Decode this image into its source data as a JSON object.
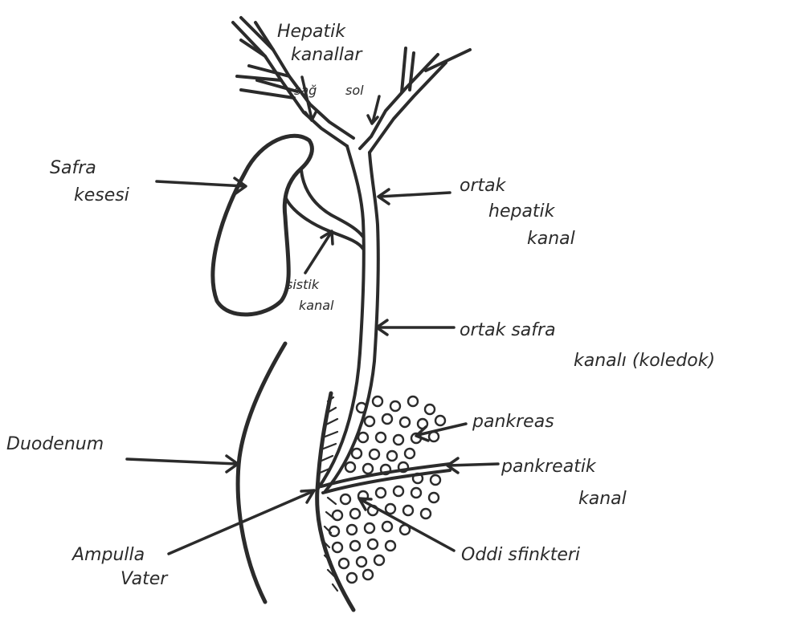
{
  "labels": {
    "hepatik_kanallar": [
      "Hepatik",
      "kanallar"
    ],
    "sag": "sağ",
    "sol": "sol",
    "safra_kesesi": [
      "Safra",
      "kesesi"
    ],
    "ortak_hepatik_kanal": [
      "ortak",
      "hepatik",
      "kanal"
    ],
    "sistik_kanal": [
      "sistik",
      "kanal"
    ],
    "ortak_safra_kanali": [
      "ortak safra",
      "kanalı (koledok)"
    ],
    "pankreas": "pankreas",
    "duodenum": "Duodenum",
    "pankreatik_kanal": [
      "pankreatik",
      "kanal"
    ],
    "ampulla_vater": [
      "Ampulla",
      "Vater"
    ],
    "oddi_sfinkteri": "Oddi sfinkteri"
  },
  "colors": {
    "ink": "#2b2b2b",
    "background": "#ffffff"
  }
}
